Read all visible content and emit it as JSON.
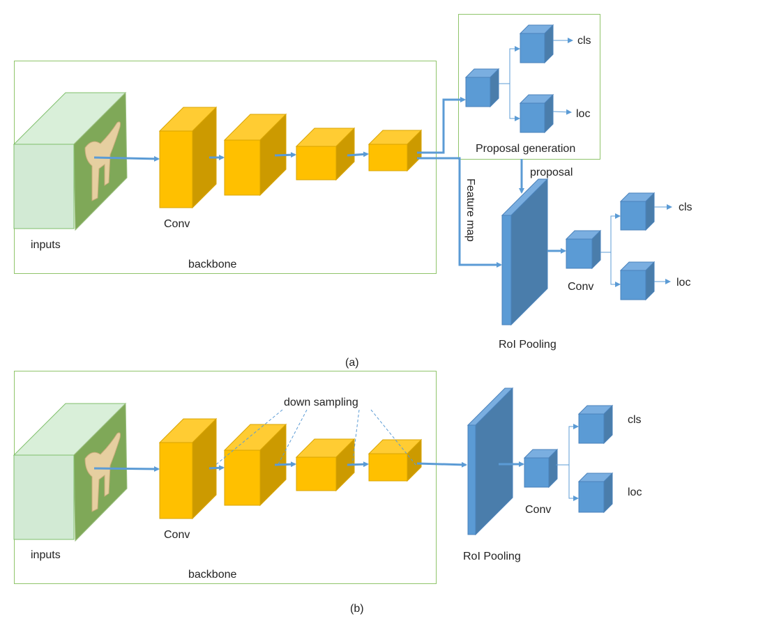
{
  "panel_a": {
    "caption": "(a)",
    "backbone_label": "backbone",
    "inputs_label": "inputs",
    "conv_label": "Conv",
    "proposal_generation_label": "Proposal generation",
    "rpn_cls_label": "cls",
    "rpn_loc_label": "loc",
    "proposal_label": "proposal",
    "feature_map_label": "Feature map",
    "roi_pooling_label": "RoI Pooling",
    "head_conv_label": "Conv",
    "head_cls_label": "cls",
    "head_loc_label": "loc"
  },
  "panel_b": {
    "caption": "(b)",
    "backbone_label": "backbone",
    "inputs_label": "inputs",
    "conv_label": "Conv",
    "down_sampling_label": "down sampling",
    "roi_pooling_label": "RoI Pooling",
    "head_conv_label": "Conv",
    "head_cls_label": "cls",
    "head_loc_label": "loc"
  },
  "colors": {
    "box_border": "#8fc46a",
    "input_green": "#d2ead4",
    "input_green_top": "#d9efd9",
    "conv_yellow_front": "#ffc000",
    "conv_yellow_top": "#ffcc33",
    "conv_yellow_side": "#cc9a00",
    "blue_front": "#5b9bd5",
    "blue_top": "#7aaee0",
    "blue_side": "#4a7dab",
    "arrow_blue": "#5b9bd5"
  }
}
